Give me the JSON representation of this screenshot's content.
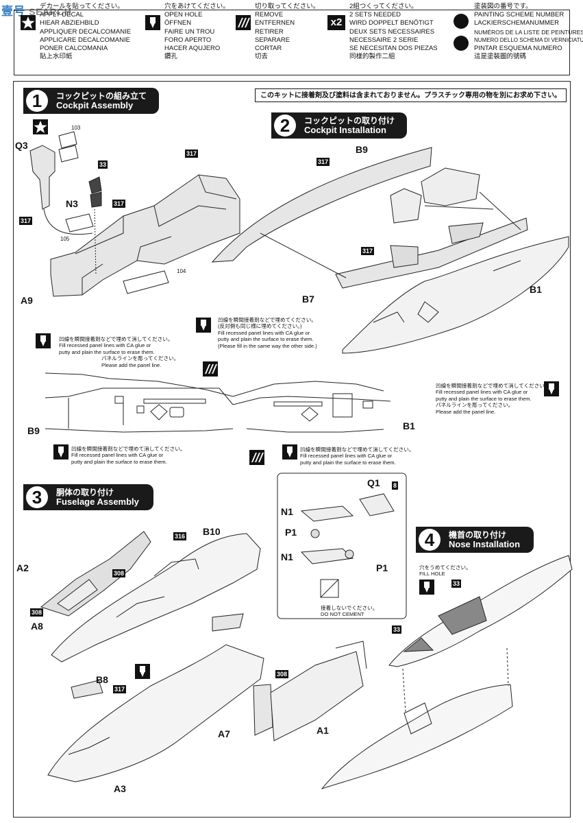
{
  "watermark": {
    "main": "壹号",
    "sub": "SEARCH"
  },
  "legend": [
    {
      "icon": "star-icon",
      "lines": [
        "デカールを貼ってください。",
        "APPLY DECAL",
        "HIEAR ABZIEHBILD",
        "APPLIQUER DECALCOMANIE",
        "APPLICARE DECALCOMANIE",
        "PONER CALCOMANIA",
        "貼上水印紙"
      ]
    },
    {
      "icon": "drill-icon",
      "lines": [
        "穴をあけてください。",
        "OPEN HOLE",
        "ÖFFNEN",
        "FAIRE UN TROU",
        "FORO APERTO",
        "HACER AQUJERO",
        "鑽孔"
      ]
    },
    {
      "icon": "cut-icon",
      "lines": [
        "切り取ってください。",
        "REMOVE",
        "ENTFERNEN",
        "RETIRER",
        "SEPARARE",
        "CORTAR",
        "切去"
      ]
    },
    {
      "icon": "x2-icon",
      "lines": [
        "2組つくってください。",
        "2 SETS NEEDED",
        "WIRD DOPPELT BENÖTIGT",
        "DEUX SETS NECESSAIRES",
        "NECESSAIRE 2 SERIE",
        "SE NECESITAN DOS PIEZAS",
        "同樣的製作二組"
      ]
    },
    {
      "icon": "scheme-icon",
      "lines": [
        "塗装図の番号です。",
        "PAINTING SCHEME NUMBER",
        "LACKIERSCHEMANUMMER",
        "NUMÉROS DE LA LISTE DE PEINTURES",
        "NUMERO DELLO SCHEMA DI VERNICIATURA",
        "PINTAR ESQUEMA NUMERO",
        "這是塗裝圖的號碼"
      ]
    }
  ],
  "legend_x2": "x2",
  "notice": "このキットに接着剤及び塗料は含まれておりません。プラスチック専用の物を別にお求め下さい。",
  "steps": [
    {
      "num": "1",
      "jp": "コックピットの組み立て",
      "en": "Cockpit Assembly"
    },
    {
      "num": "2",
      "jp": "コックピットの取り付け",
      "en": "Cockpit Installation"
    },
    {
      "num": "3",
      "jp": "胴体の取り付け",
      "en": "Fuselage Assembly"
    },
    {
      "num": "4",
      "jp": "機首の取り付け",
      "en": "Nose Installation"
    }
  ],
  "parts": {
    "q3": "Q3",
    "n3": "N3",
    "a9": "A9",
    "b9": "B9",
    "b7": "B7",
    "b1": "B1",
    "b9b": "B9",
    "b1b": "B1",
    "q1": "Q1",
    "n1a": "N1",
    "p1a": "P1",
    "n1b": "N1",
    "p1b": "P1",
    "b10": "B10",
    "a2": "A2",
    "a8": "A8",
    "b8": "B8",
    "a7": "A7",
    "a1": "A1",
    "a3": "A3"
  },
  "tags": {
    "t317a": "317",
    "t33a": "33",
    "t317b": "317",
    "t317c": "317",
    "t317d": "317",
    "t317e": "317",
    "t8": "8",
    "t316": "316",
    "t308a": "308",
    "t308b": "308",
    "t317f": "317",
    "t308c": "308",
    "t33b": "33",
    "t33c": "33"
  },
  "decals": {
    "d103": "103",
    "d105": "105",
    "d104": "104"
  },
  "notes": {
    "n1": [
      "凹線を瞬間接着剤などで埋めてください。",
      "(反対側も同じ様に埋めてください。)",
      "Fill recessed panel lines with CA glue or",
      "putty and plain the surface to erase them.",
      "(Please fill in the same way the other side.)"
    ],
    "n2": [
      "凹線を瞬間接着剤などで埋めて消してください。",
      "Fill recessed panel lines with CA glue or",
      "putty and plain the surface to erase them.",
      "パネルラインを彫ってください。",
      "Please add the panel line."
    ],
    "n3": [
      "凹線を瞬間接着剤などで埋めて消してください。",
      "Fill recessed panel lines with CA glue or",
      "putty and plain the surface to erase them.",
      "パネルラインを彫ってください。",
      "Please add the panel line."
    ],
    "n4": [
      "凹線を瞬間接着剤などで埋めて消してください。",
      "Fill recessed panel lines with CA glue or",
      "putty and plain the surface to erase them."
    ],
    "n5": [
      "凹線を瞬間接着剤などで埋めて消してください。",
      "Fill recessed panel lines with CA glue or",
      "putty and plain the surface to erase them."
    ],
    "cement": [
      "接着しないでください。",
      "DO NOT CEMENT"
    ],
    "hole": [
      "穴をうめてください。",
      "FILL HOLE"
    ]
  }
}
